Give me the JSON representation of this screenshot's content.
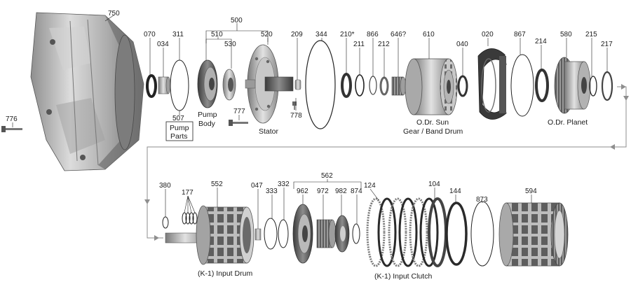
{
  "diagram": {
    "part_numbers": {
      "p750": "750",
      "p776": "776",
      "p070": "070",
      "p034": "034",
      "p311": "311",
      "p507": "507",
      "p500": "500",
      "p510": "510",
      "p530": "530",
      "p520": "520",
      "p777": "777",
      "p778": "778",
      "p209": "209",
      "p344": "344",
      "p210": "210*",
      "p211": "211",
      "p866": "866",
      "p212": "212",
      "p646": "646?",
      "p610": "610",
      "p040": "040",
      "p020": "020",
      "p867": "867",
      "p214": "214",
      "p580": "580",
      "p215": "215",
      "p217": "217",
      "p380": "380",
      "p177": "177",
      "p552": "552",
      "p047": "047",
      "p333": "333",
      "p332": "332",
      "p562": "562",
      "p962": "962",
      "p972": "972",
      "p982": "982",
      "p874": "874",
      "p124": "124",
      "p104": "104",
      "p144": "144",
      "p873": "873",
      "p594": "594"
    },
    "captions": {
      "pump_parts_1": "Pump",
      "pump_parts_2": "Parts",
      "pump_body_1": "Pump",
      "pump_body_2": "Body",
      "stator": "Stator",
      "od_sun_1": "O.Dr. Sun",
      "od_sun_2": "Gear / Band Drum",
      "od_planet": "O.Dr. Planet",
      "input_drum": "(K-1) Input Drum",
      "input_clutch": "(K-1) Input Clutch"
    },
    "colors": {
      "metal": "#b8b8b8",
      "dark_metal": "#5a5a5a",
      "band": "#3a3a3a",
      "flow_line": "#8e8e8e"
    }
  }
}
